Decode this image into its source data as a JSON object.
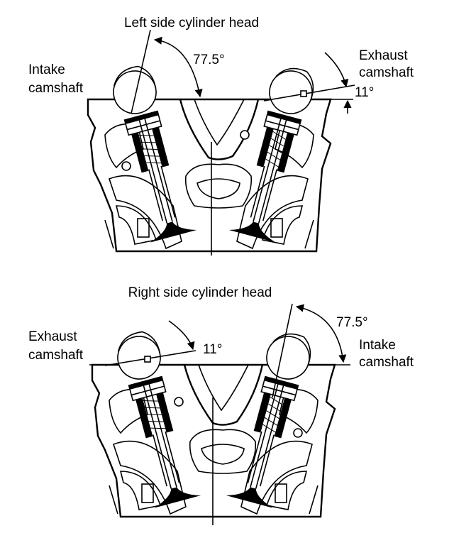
{
  "top_head": {
    "title": "Left side cylinder head",
    "left_label": [
      "Intake",
      "camshaft"
    ],
    "right_label": [
      "Exhaust",
      "camshaft"
    ],
    "angle_large": "77.5°",
    "angle_small": "11°"
  },
  "bottom_head": {
    "title": "Right side cylinder head",
    "left_label": [
      "Exhaust",
      "camshaft"
    ],
    "right_label": [
      "Intake",
      "camshaft"
    ],
    "angle_large": "77.5°",
    "angle_small": "11°"
  }
}
